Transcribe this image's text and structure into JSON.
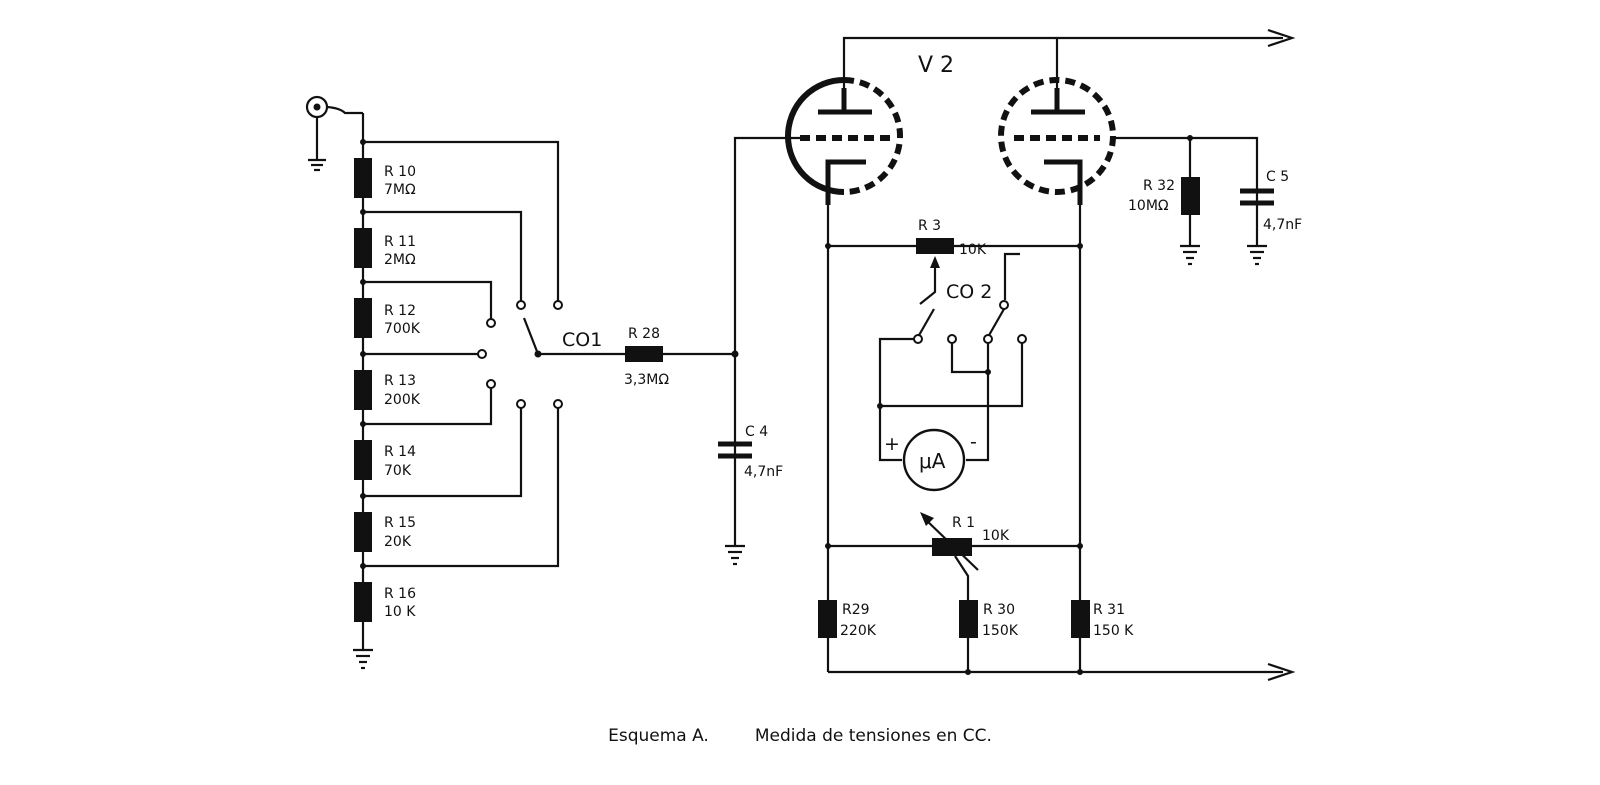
{
  "diagram": {
    "tube_label": "V 2",
    "switch1": "CO1",
    "switch2": "CO 2",
    "meter": "μA",
    "meter_plus": "+",
    "meter_minus": "-",
    "resistors": {
      "r10": {
        "name": "R 10",
        "value": "7MΩ"
      },
      "r11": {
        "name": "R 11",
        "value": "2MΩ"
      },
      "r12": {
        "name": "R 12",
        "value": "700K"
      },
      "r13": {
        "name": "R 13",
        "value": "200K"
      },
      "r14": {
        "name": "R 14",
        "value": "70K"
      },
      "r15": {
        "name": "R 15",
        "value": "20K"
      },
      "r16": {
        "name": "R 16",
        "value": "10 K"
      },
      "r28": {
        "name": "R 28",
        "value": "3,3MΩ"
      },
      "r3": {
        "name": "R 3",
        "value": "10K"
      },
      "r1": {
        "name": "R 1",
        "value": "10K"
      },
      "r29": {
        "name": "R29",
        "value": "220K"
      },
      "r30": {
        "name": "R 30",
        "value": "150K"
      },
      "r31": {
        "name": "R 31",
        "value": "150 K"
      },
      "r32": {
        "name": "R 32",
        "value": "10MΩ"
      }
    },
    "capacitors": {
      "c4": {
        "name": "C 4",
        "value": "4,7nF"
      },
      "c5": {
        "name": "C 5",
        "value": "4,7nF"
      }
    }
  },
  "caption": {
    "title": "Esquema A.",
    "text": "Medida de tensiones en CC."
  }
}
